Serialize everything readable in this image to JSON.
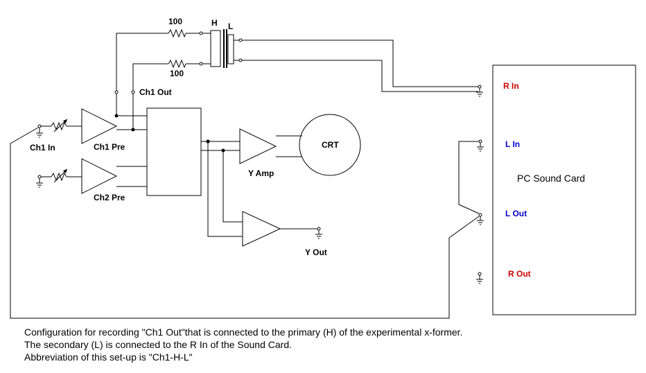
{
  "labels": {
    "r_top": "100",
    "r_bottom": "100",
    "xfmr_h": "H",
    "xfmr_l": "L",
    "ch1_out": "Ch1 Out",
    "ch1_in": "Ch1 In",
    "ch1_pre": "Ch1 Pre",
    "ch2_pre": "Ch2 Pre",
    "crt": "CRT",
    "y_amp": "Y Amp",
    "y_out": "Y Out",
    "r_in": "R In",
    "l_in": "L In",
    "l_out": "L Out",
    "r_out": "R Out",
    "sound_card": "PC Sound Card"
  },
  "colors": {
    "r_in": "#cc0000",
    "r_out": "#cc0000",
    "l_in": "#0000cc",
    "l_out": "#0000cc"
  },
  "caption": {
    "line1": "Configuration for recording \"Ch1 Out\"that is connected to the primary (H) of the experimental x-former.",
    "line2": "The secondary (L) is connected to the R In of the Sound Card.",
    "line3": "Abbreviation of this set-up is \"Ch1-H-L\""
  }
}
